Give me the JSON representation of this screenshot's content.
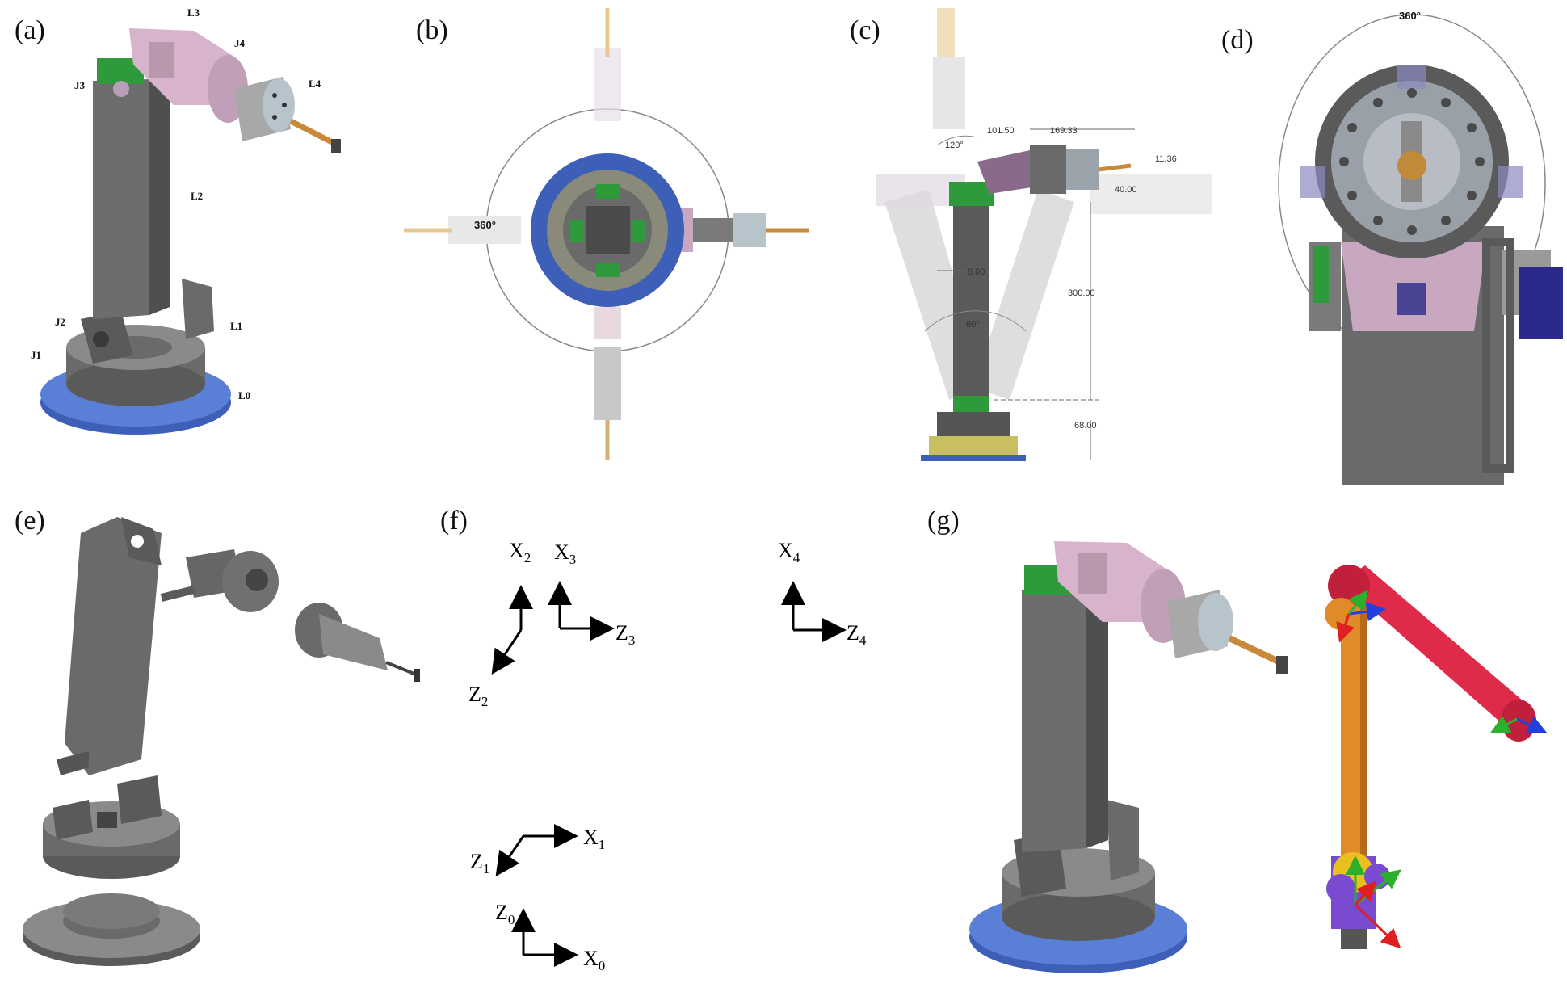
{
  "panels": [
    {
      "id": "a",
      "label": "(a)"
    },
    {
      "id": "b",
      "label": "(b)"
    },
    {
      "id": "c",
      "label": "(c)"
    },
    {
      "id": "d",
      "label": "(d)"
    },
    {
      "id": "e",
      "label": "(e)"
    },
    {
      "id": "f",
      "label": "(f)"
    },
    {
      "id": "g",
      "label": "(g)"
    }
  ],
  "panel_a_labels": {
    "L3": "L3",
    "J4": "J4",
    "J3": "J3",
    "L4": "L4",
    "L2": "L2",
    "J2": "J2",
    "L1": "L1",
    "J1": "J1",
    "L0": "L0"
  },
  "panel_b": {
    "angle": "360°"
  },
  "panel_c": {
    "dims": [
      "101.50",
      "169.33",
      "11.36",
      "40.00",
      "120°",
      "8.00",
      "300.00",
      "60°",
      "68.00"
    ]
  },
  "panel_d": {
    "angle": "360°"
  },
  "frames": [
    {
      "x": "X",
      "x_sub": "2",
      "z": "Z",
      "z_sub": "2"
    },
    {
      "x": "X",
      "x_sub": "3",
      "z": "Z",
      "z_sub": "3"
    },
    {
      "x": "X",
      "x_sub": "4",
      "z": "Z",
      "z_sub": "4"
    },
    {
      "x": "X",
      "x_sub": "1",
      "z": "Z",
      "z_sub": "1"
    },
    {
      "x": "X",
      "x_sub": "0",
      "z": "Z",
      "z_sub": "0"
    }
  ],
  "colors": {
    "steel": "#707070",
    "steel_dark": "#4c4c4c",
    "steel_light": "#9a9a9a",
    "pink": "#d8b4cc",
    "blue": "#4a6fc8",
    "green": "#2e9a3c",
    "tool": "#c88a3a",
    "red_link": "#e02a4a",
    "orange_link": "#e08a2a",
    "purple": "#7a4ad0"
  }
}
